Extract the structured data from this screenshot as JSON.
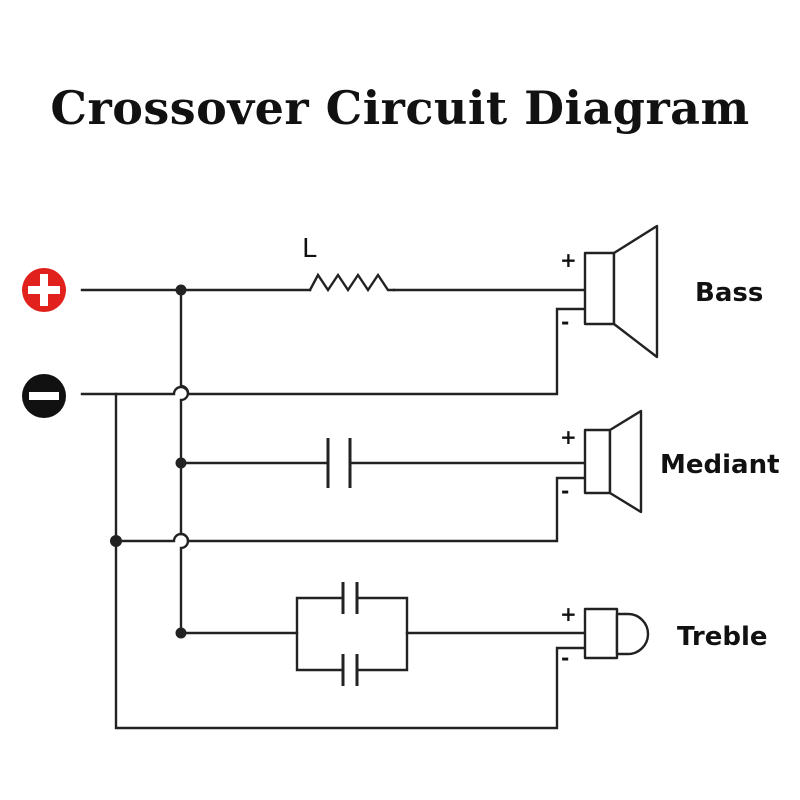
{
  "title": "Crossover Circuit Diagram",
  "inductor_label": "L",
  "terminals": {
    "positive": {
      "symbol": "+",
      "color": "#e0211c"
    },
    "negative": {
      "symbol": "−",
      "color": "#111111"
    }
  },
  "speakers": {
    "bass": {
      "label": "Bass",
      "plus": "+",
      "minus": "-"
    },
    "mediant": {
      "label": "Mediant",
      "plus": "+",
      "minus": "-"
    },
    "treble": {
      "label": "Treble",
      "plus": "+",
      "minus": "-"
    }
  },
  "colors": {
    "line": "#222222",
    "positive_terminal": "#e0211c",
    "negative_terminal": "#111111"
  }
}
